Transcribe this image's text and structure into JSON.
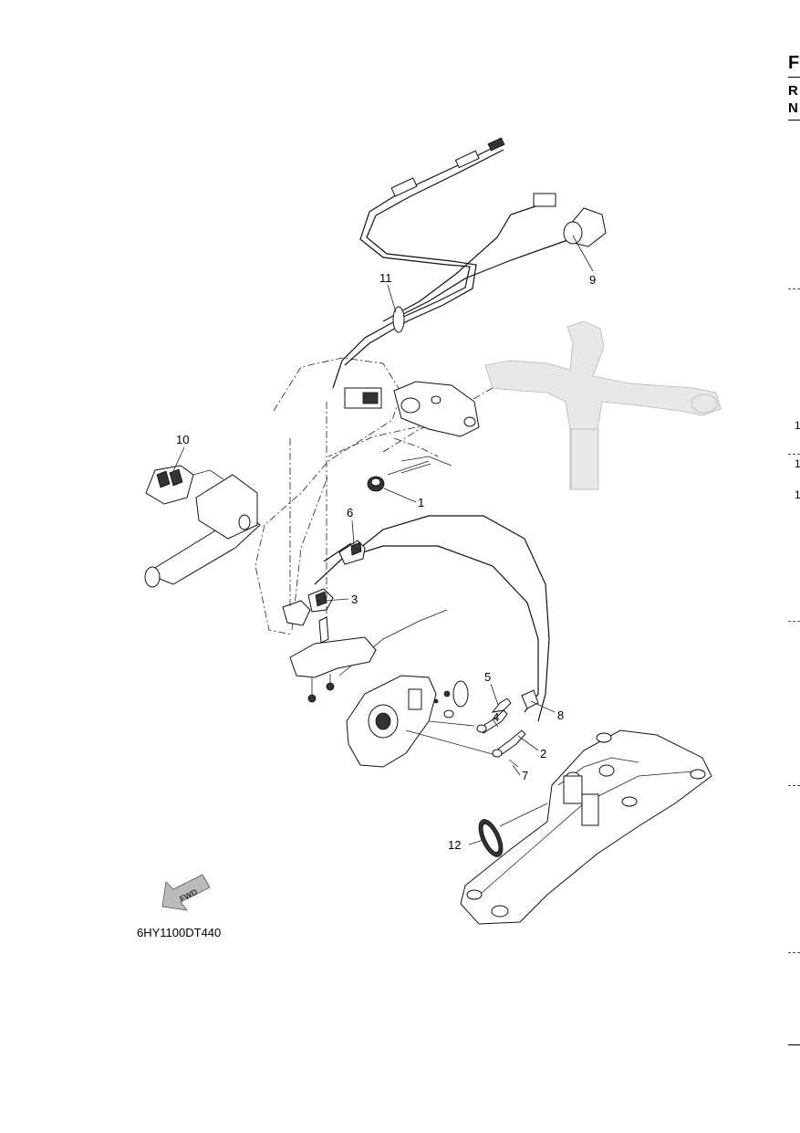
{
  "diagram_code": "6HY1100DT440",
  "direction_label": "FWD",
  "edge_text": {
    "top": "F",
    "second": "R",
    "third": "N",
    "num1": "1",
    "num2": "1",
    "num3": "1"
  },
  "callouts": [
    {
      "id": "c1",
      "label": "1"
    },
    {
      "id": "c2",
      "label": "2"
    },
    {
      "id": "c3",
      "label": "3"
    },
    {
      "id": "c4",
      "label": "4"
    },
    {
      "id": "c5",
      "label": "5"
    },
    {
      "id": "c6",
      "label": "6"
    },
    {
      "id": "c7",
      "label": "7"
    },
    {
      "id": "c8",
      "label": "8"
    },
    {
      "id": "c9",
      "label": "9"
    },
    {
      "id": "c10",
      "label": "10"
    },
    {
      "id": "c11",
      "label": "11"
    },
    {
      "id": "c12",
      "label": "12"
    }
  ]
}
